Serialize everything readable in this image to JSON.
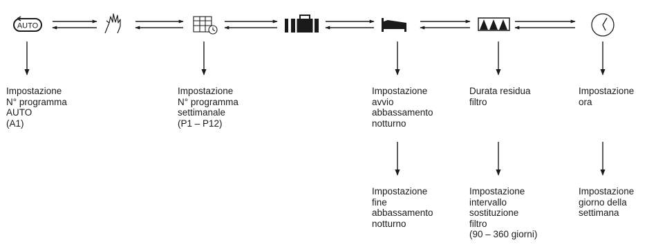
{
  "icons": {
    "auto": {
      "text": "AUTO",
      "name": "auto-cycle-icon"
    },
    "hand": {
      "name": "hand-pointer-icon"
    },
    "weekly": {
      "name": "weekly-calendar-clock-icon"
    },
    "suitcase": {
      "name": "suitcase-icon"
    },
    "bed": {
      "name": "bed-icon"
    },
    "filter": {
      "name": "filter-icon"
    },
    "clock": {
      "name": "clock-icon"
    }
  },
  "labels": {
    "auto_program": "Impostazione\nN° programma\nAUTO\n(A1)",
    "weekly_program": "Impostazione\nN° programma\nsettimanale\n(P1 – P12)",
    "night_start": "Impostazione\navvio\nabbassamento\nnotturno",
    "filter_remaining": "Durata residua\nfiltro",
    "time_setting": "Impostazione\nora",
    "night_end": "Impostazione\nfine\nabbassamento\nnotturno",
    "filter_interval": "Impostazione\nintervallo\nsostituzione\nfiltro\n(90 – 360 giorni)",
    "weekday_setting": "Impostazione\ngiorno della\nsettimana"
  },
  "colors": {
    "stroke": "#1a1a1a",
    "fill": "#1a1a1a"
  }
}
